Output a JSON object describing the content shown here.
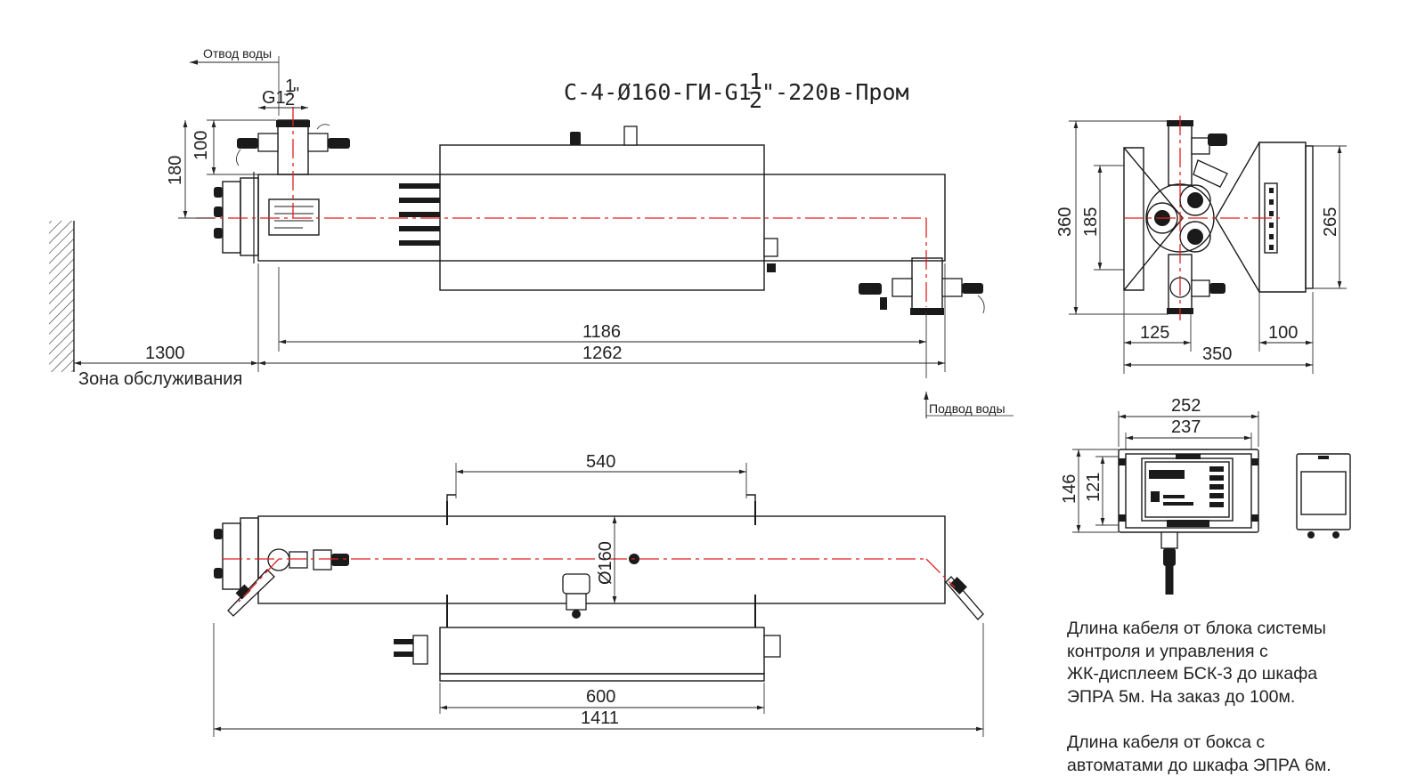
{
  "title": {
    "main": "С-4-Ø160-ГИ-G1",
    "frac_num": "1",
    "frac_den": "2",
    "suffix": "\"-220в-Пром"
  },
  "labels": {
    "outlet": "Отвод воды",
    "inlet": "Подвод воды",
    "service_zone": "Зона обслуживания",
    "thread": "G1",
    "thread_num": "1",
    "thread_den": "2",
    "thread_quote": "\""
  },
  "dimensions": {
    "top_view": {
      "d100": "100",
      "d180": "180",
      "d1300": "1300",
      "d1186": "1186",
      "d1262": "1262"
    },
    "side_view": {
      "d360": "360",
      "d185": "185",
      "d265": "265",
      "d125": "125",
      "d100": "100",
      "d350": "350"
    },
    "bottom_view": {
      "d540": "540",
      "diameter": "Ø160",
      "d600": "600",
      "d1411": "1411"
    },
    "control_box": {
      "d252": "252",
      "d237": "237",
      "d146": "146",
      "d121": "121"
    }
  },
  "notes": {
    "cable_control": [
      "Длина кабеля от блока системы",
      "контроля и управления с",
      "ЖК-дисплеем БСК-3 до шкафа",
      "ЭПРА 5м. На заказ до 100м."
    ],
    "cable_box": [
      "Длина кабеля от бокса с",
      "автоматами до шкафа ЭПРА 6м."
    ]
  },
  "colors": {
    "axis": "#e02020",
    "line": "#1a1a1a"
  }
}
